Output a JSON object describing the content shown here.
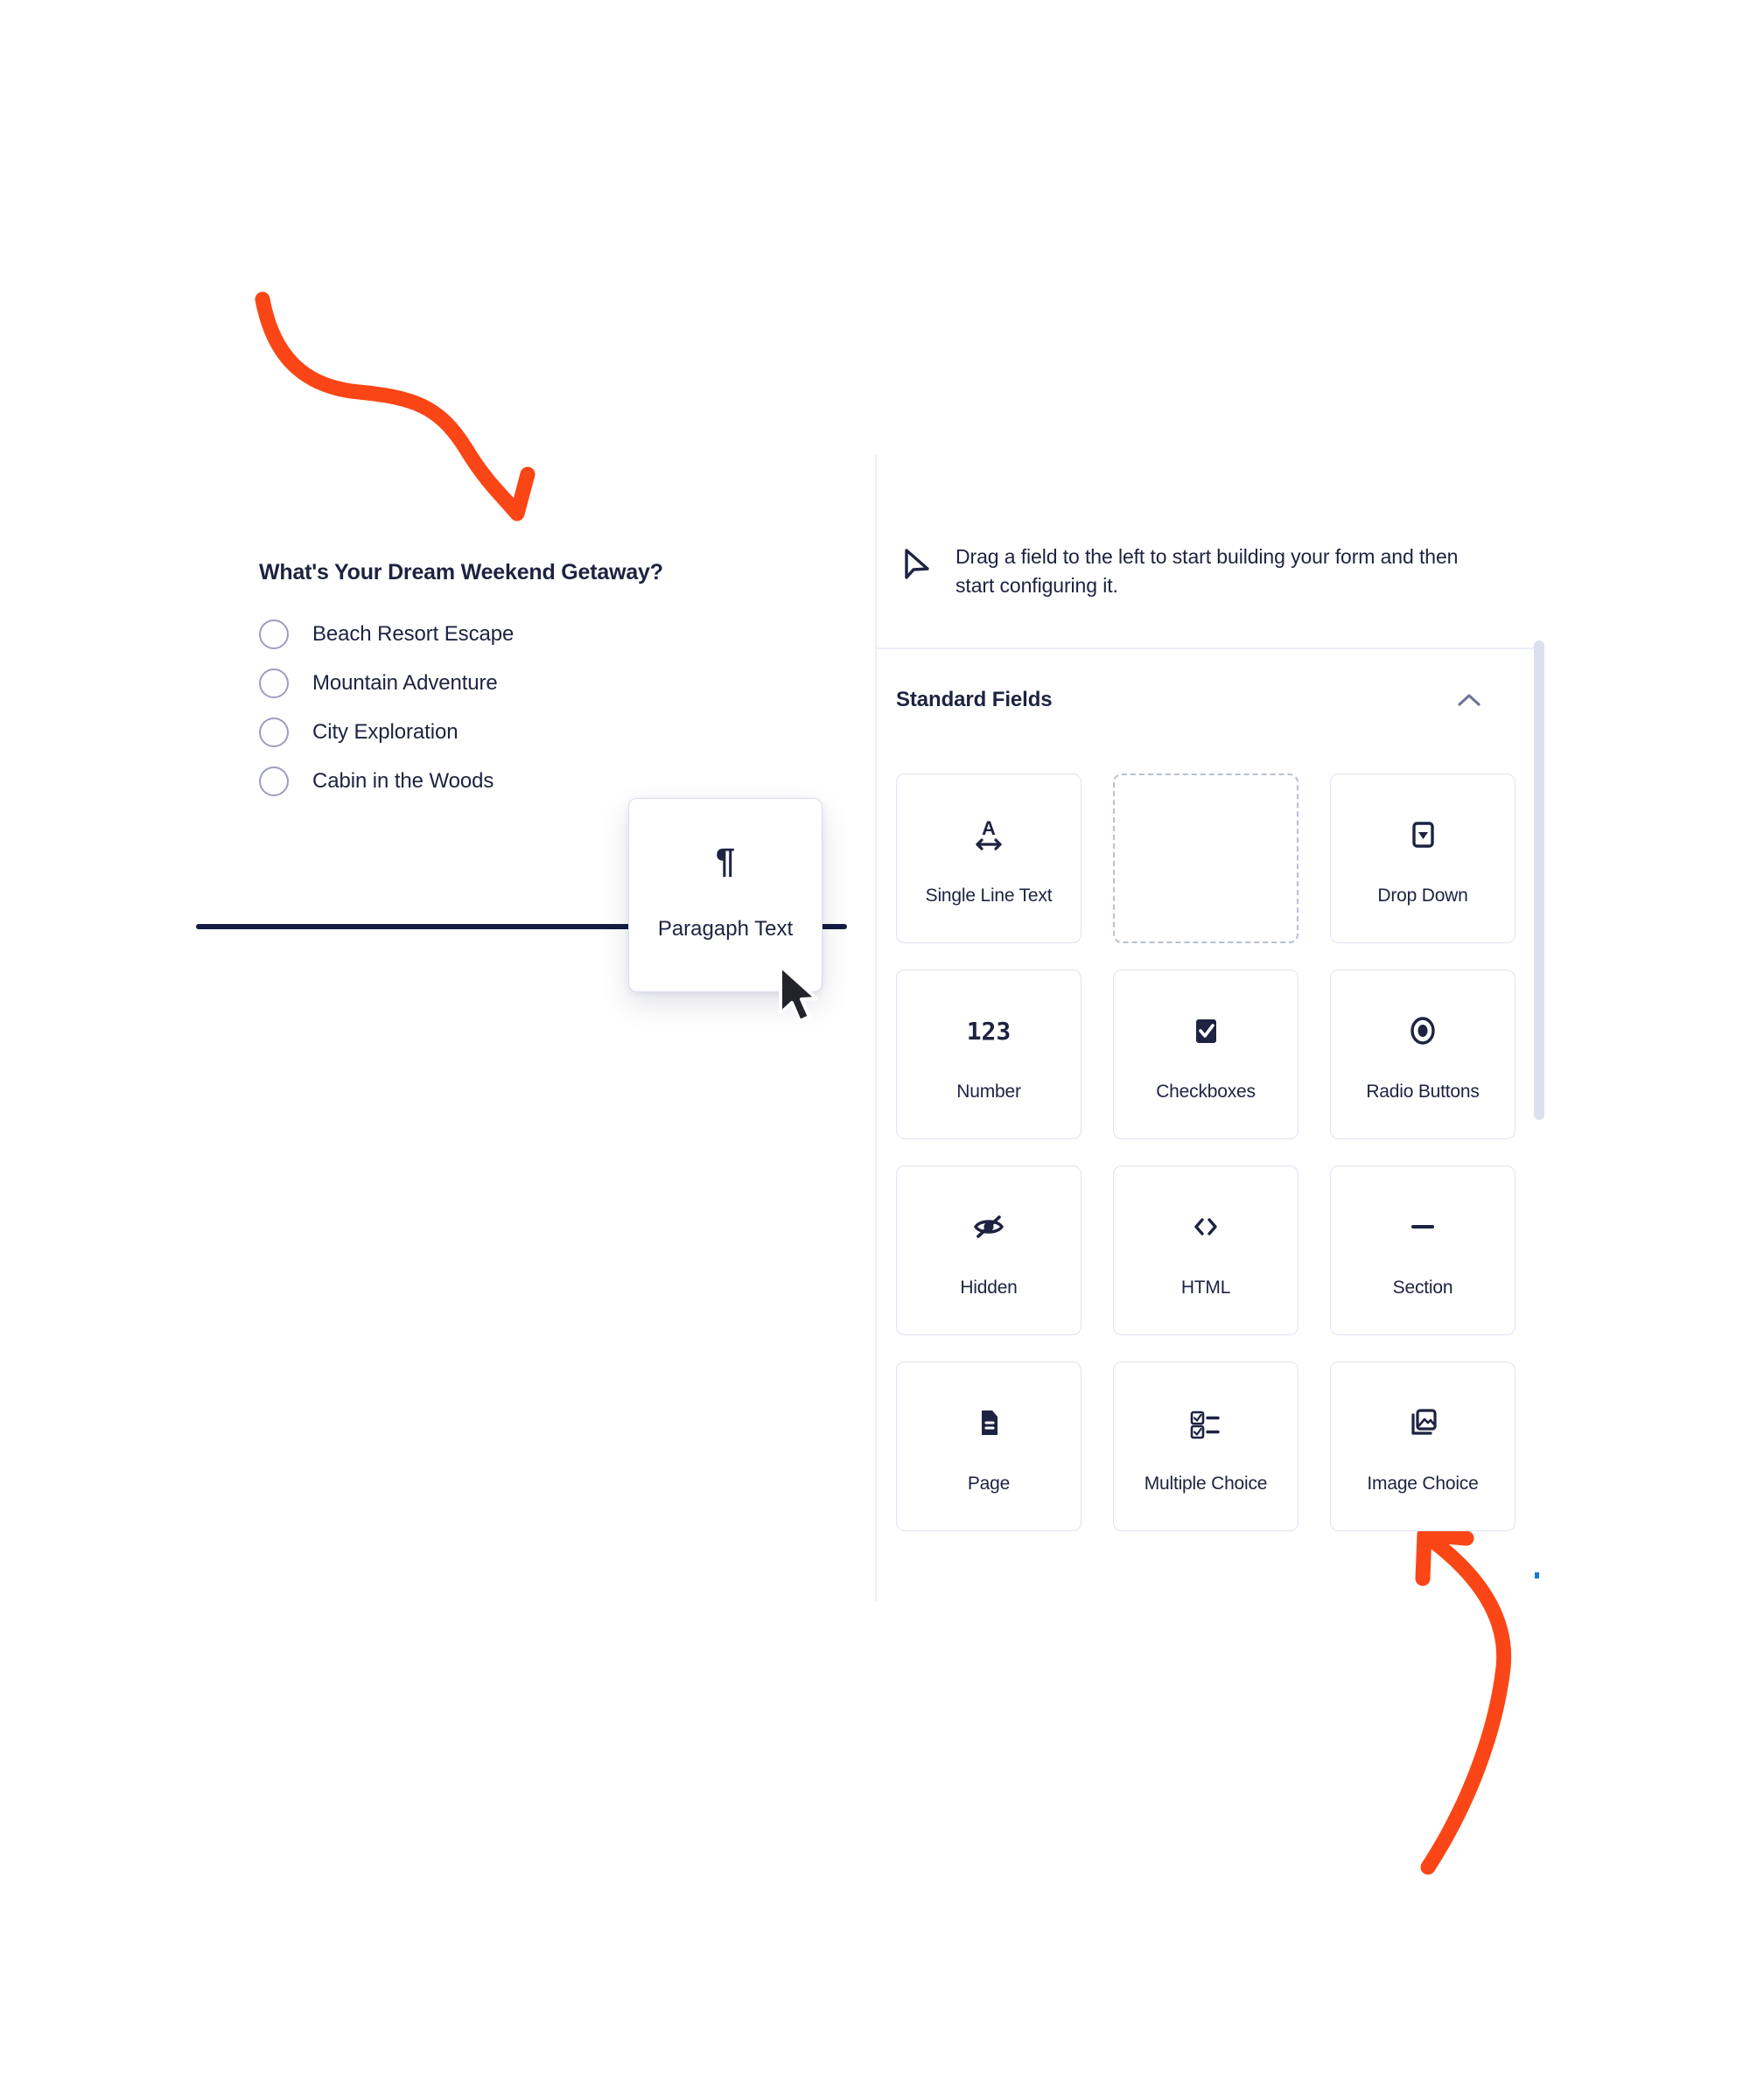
{
  "form_preview": {
    "question": "What's Your Dream Weekend Getaway?",
    "options": [
      {
        "label": "Beach Resort Escape",
        "icon": "radio-circle-icon"
      },
      {
        "label": "Mountain Adventure",
        "icon": "radio-circle-icon"
      },
      {
        "label": "City Exploration",
        "icon": "radio-circle-icon"
      },
      {
        "label": "Cabin in the Woods",
        "icon": "radio-circle-icon"
      }
    ]
  },
  "drag_card": {
    "label": "Paragaph Text",
    "icon": "pilcrow-icon",
    "glyph": "¶"
  },
  "panel": {
    "hint": "Drag a field to the left to start building your form and then start configuring it.",
    "hint_icon": "cursor-arrow-icon",
    "section_title": "Standard Fields",
    "collapse_icon": "chevron-up-icon",
    "fields": [
      {
        "label": "Single Line Text",
        "icon": "text-width-icon",
        "placeholder": false
      },
      {
        "label": "",
        "icon": "empty-slot-icon",
        "placeholder": true
      },
      {
        "label": "Drop Down",
        "icon": "dropdown-icon",
        "placeholder": false
      },
      {
        "label": "Number",
        "icon": "number-123-icon",
        "placeholder": false,
        "glyph": "123"
      },
      {
        "label": "Checkboxes",
        "icon": "checkbox-checked-icon",
        "placeholder": false
      },
      {
        "label": "Radio Buttons",
        "icon": "radio-selected-icon",
        "placeholder": false
      },
      {
        "label": "Hidden",
        "icon": "eye-slash-icon",
        "placeholder": false
      },
      {
        "label": "HTML",
        "icon": "code-brackets-icon",
        "placeholder": false
      },
      {
        "label": "Section",
        "icon": "minus-dash-icon",
        "placeholder": false
      },
      {
        "label": "Page",
        "icon": "document-page-icon",
        "placeholder": false
      },
      {
        "label": "Multiple Choice",
        "icon": "checklist-icon",
        "placeholder": false
      },
      {
        "label": "Image Choice",
        "icon": "image-stack-icon",
        "placeholder": false
      }
    ]
  },
  "annotations": {
    "top_arrow": "curved-arrow-down-icon",
    "bottom_arrow": "curved-arrow-up-icon"
  },
  "colors": {
    "accent_orange": "#FA4616",
    "ink_navy": "#1d2340",
    "drop_line_navy": "#131c42",
    "border_lavender": "#dfe2f2",
    "scrollbar": "#dcdff0"
  }
}
